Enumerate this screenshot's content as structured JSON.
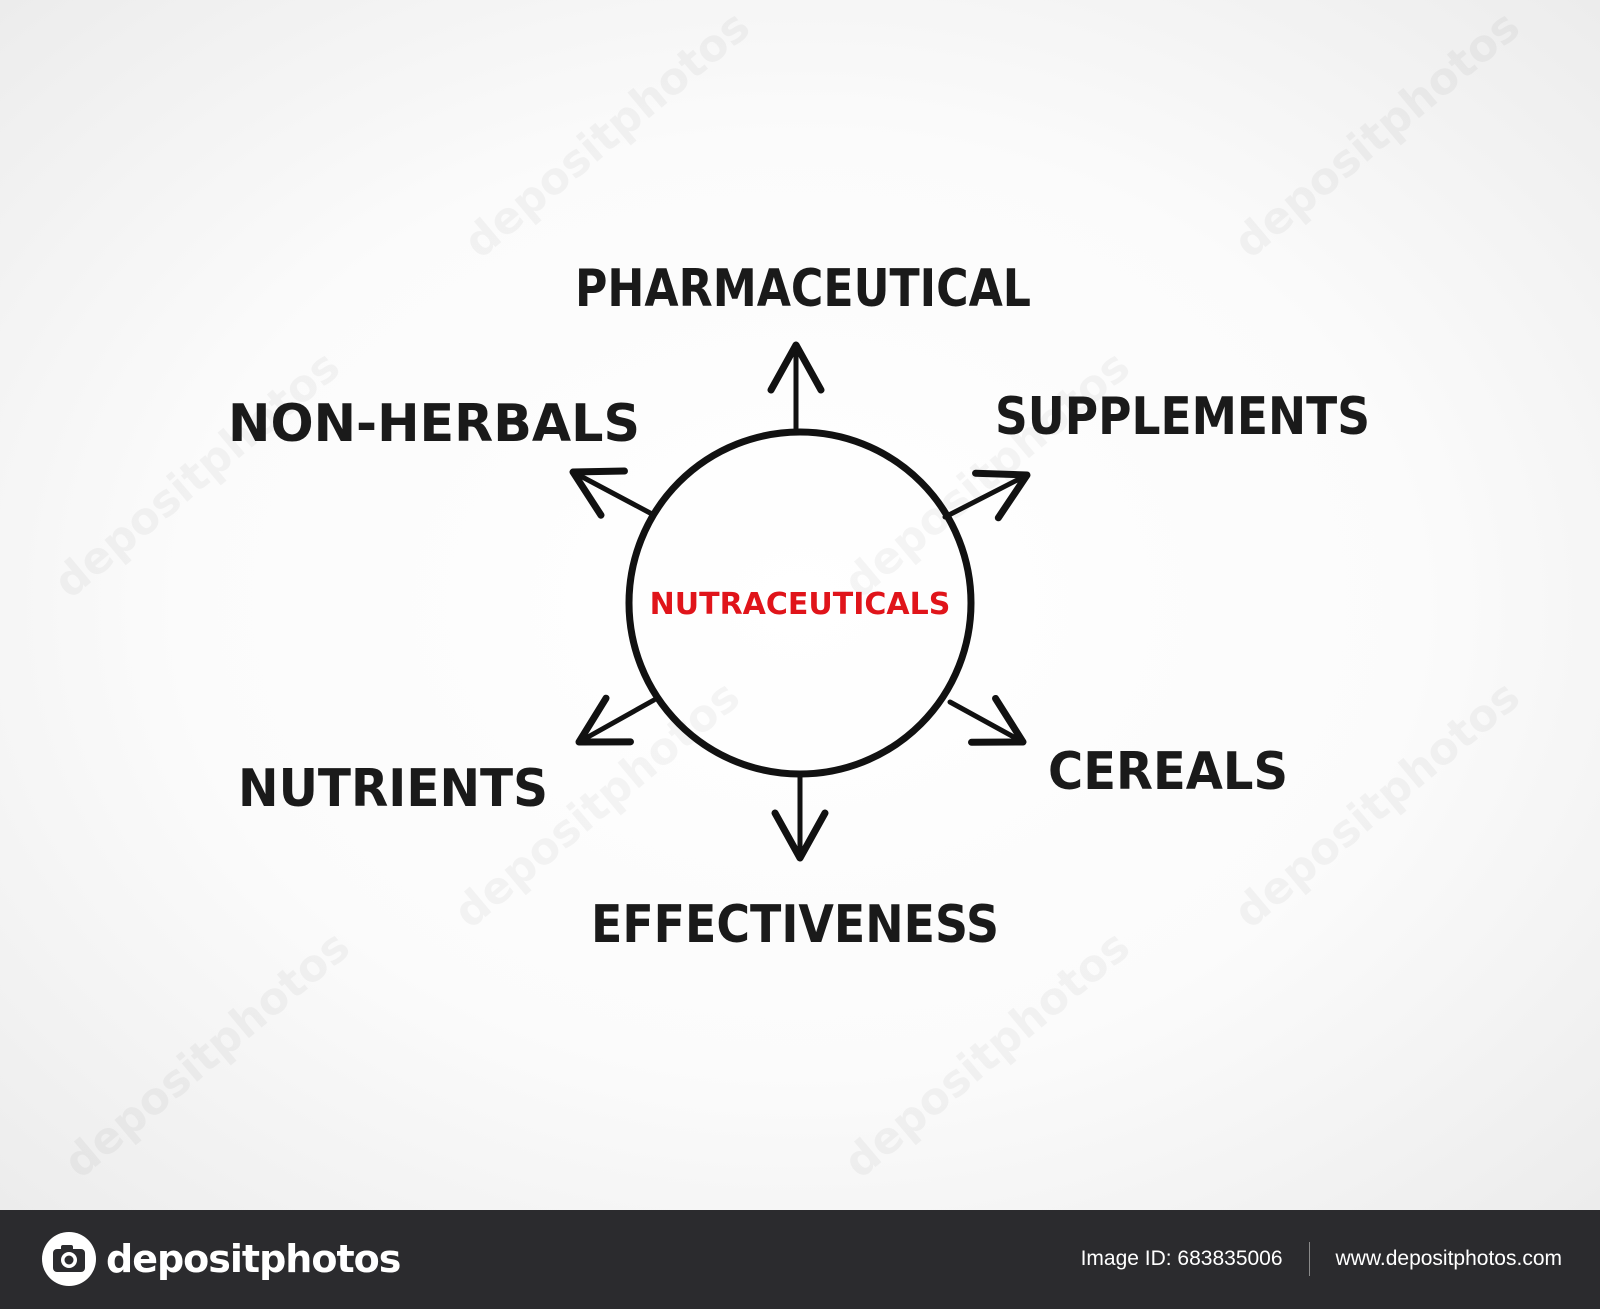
{
  "diagram": {
    "center": {
      "label": "NUTRACEUTICALS",
      "color": "#e0141a"
    },
    "nodes": [
      {
        "id": "pharmaceutical",
        "label": "PHARMACEUTICAL"
      },
      {
        "id": "supplements",
        "label": "SUPPLEMENTS"
      },
      {
        "id": "cereals",
        "label": "CEREALS"
      },
      {
        "id": "effectiveness",
        "label": "EFFECTIVENESS"
      },
      {
        "id": "nutrients",
        "label": "NUTRIENTS"
      },
      {
        "id": "non-herbals",
        "label": "NON-HERBALS"
      }
    ],
    "stroke_color": "#111111",
    "text_color": "#1a1a1a"
  },
  "watermark": {
    "text": "depositphotos"
  },
  "footer": {
    "brand": "depositphotos",
    "image_id": "Image ID: 683835006",
    "url": "www.depositphotos.com",
    "background": "#2b2b2e"
  }
}
